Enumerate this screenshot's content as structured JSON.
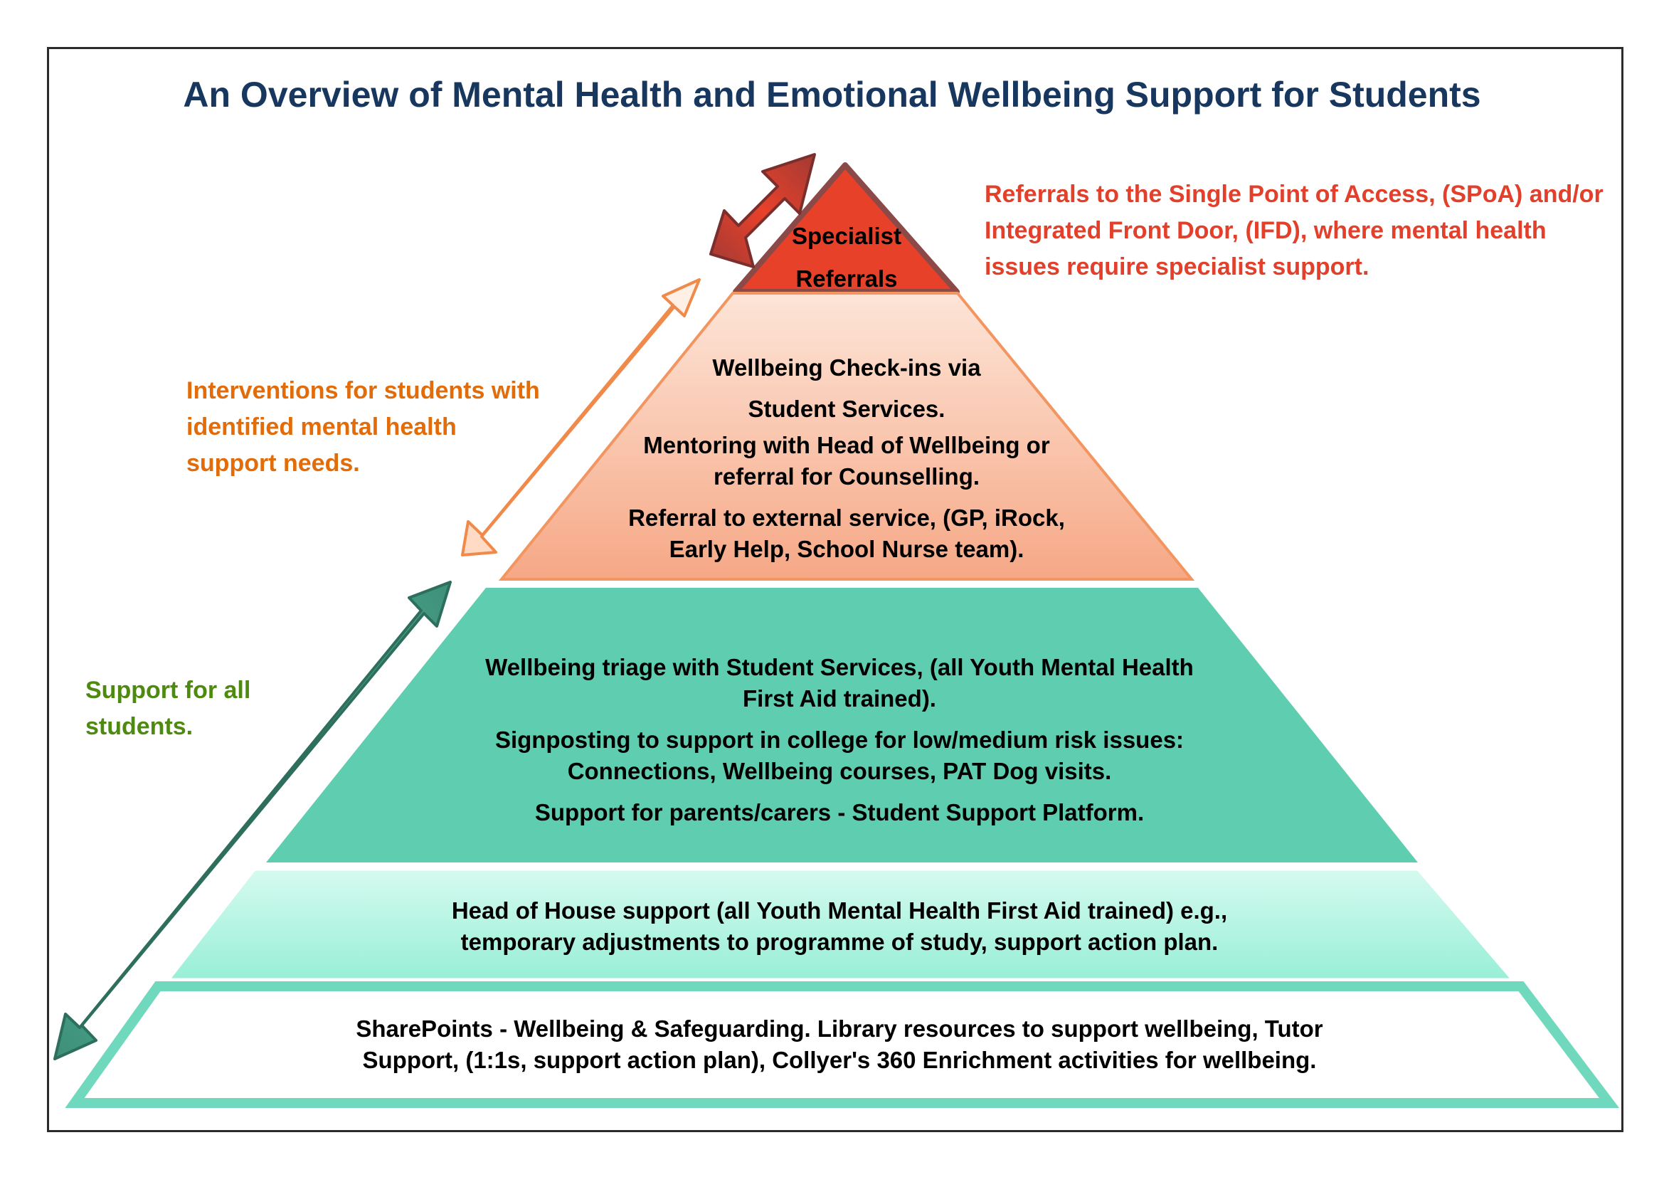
{
  "title": "An Overview of Mental Health and Emotional Wellbeing Support for Students",
  "colors": {
    "title": "#17375e",
    "specialist": "#e8412a",
    "interventions": "#f4a783",
    "universal_top": "#5fceb0",
    "universal_mid": "#b4f3e2",
    "universal_base": "#ffffff",
    "specialist_label": "#e2402b",
    "interventions_label": "#e36c0a",
    "support_label": "#4f8a10"
  },
  "tiers": {
    "specialist": {
      "line1": "Specialist",
      "line2": "Referrals"
    },
    "interventions": {
      "line1": "Wellbeing Check-ins via",
      "line2": "Student Services.",
      "line3": "Mentoring with Head of Wellbeing or",
      "line4": "referral for Counselling.",
      "line5": "Referral to external service, (GP, iRock,",
      "line6": "Early Help, School Nurse team)."
    },
    "triage": {
      "line1": "Wellbeing triage with Student Services, (all Youth Mental Health",
      "line2": "First Aid trained).",
      "line3": "Signposting to support in college for low/medium risk issues:",
      "line4": "Connections, Wellbeing courses, PAT Dog visits.",
      "line5": "Support for parents/carers - Student Support Platform."
    },
    "head_of_house": {
      "line1": "Head of House support (all Youth Mental Health First Aid trained) e.g.,",
      "line2": "temporary adjustments to programme of study, support action plan."
    },
    "base": {
      "line1": "SharePoints - Wellbeing & Safeguarding. Library resources to support wellbeing, Tutor",
      "line2": "Support, (1:1s, support action plan), Collyer's 360 Enrichment activities for wellbeing."
    }
  },
  "side_labels": {
    "specialist": {
      "line1": "Referrals to the Single Point of Access, (SPoA) and/or",
      "line2": "Integrated Front Door, (IFD), where mental health",
      "line3": "issues require specialist support."
    },
    "interventions": {
      "line1": "Interventions for students with",
      "line2": "identified mental health",
      "line3": "support needs."
    },
    "support": {
      "line1": "Support for all",
      "line2": "students."
    }
  }
}
